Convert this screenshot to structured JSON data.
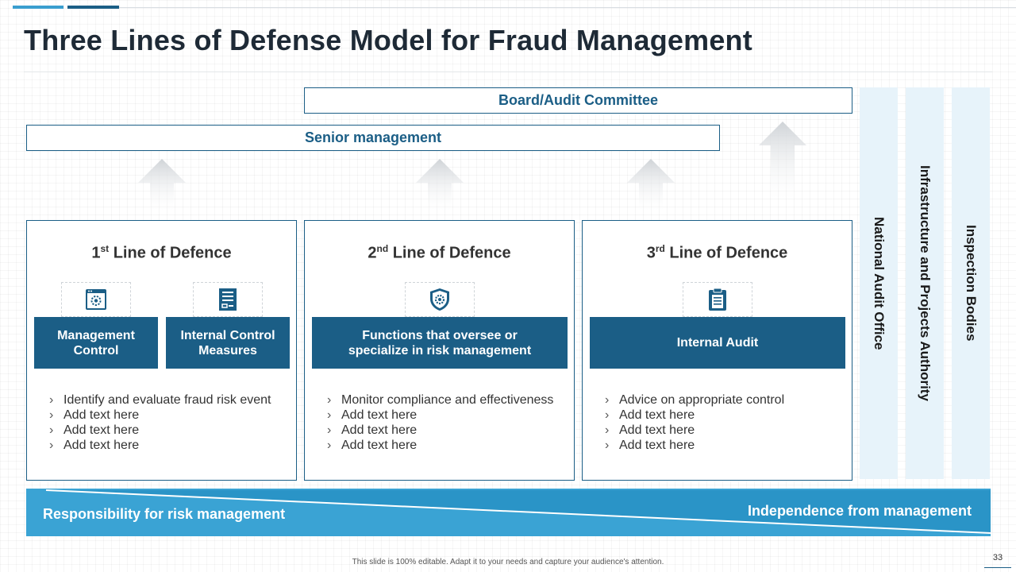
{
  "title": "Three Lines of Defense Model for Fraud Management",
  "board_label": "Board/Audit Committee",
  "senior_label": "Senior management",
  "lines": [
    {
      "num": "1",
      "suffix": "st",
      "title_rest": " Line of Defence",
      "boxes": [
        "Management Control",
        "Internal Control Measures"
      ],
      "bullets": [
        "Identify  and evaluate fraud risk event",
        "Add text here",
        "Add text here",
        "Add text here"
      ]
    },
    {
      "num": "2",
      "suffix": "nd",
      "title_rest": " Line of Defence",
      "boxes": [
        "Functions that oversee or specialize in risk management"
      ],
      "bullets": [
        "Monitor compliance and effectiveness",
        "Add text here",
        "Add text here",
        "Add text here"
      ]
    },
    {
      "num": "3",
      "suffix": "rd",
      "title_rest": " Line of Defence",
      "boxes": [
        "Internal Audit"
      ],
      "bullets": [
        "Advice on appropriate control",
        "Add text here",
        "Add text here",
        "Add text here"
      ]
    }
  ],
  "side_columns": [
    "National Audit Office",
    "Infrastructure and Projects Authority",
    "Inspection Bodies"
  ],
  "bottom": {
    "left_label": "Responsibility for risk management",
    "right_label": "Independence from management"
  },
  "bullet_glyph": "›",
  "icons": [
    "settings-screen-icon",
    "document-list-icon",
    "shield-gear-icon",
    "clipboard-icon"
  ],
  "footer_text": "This slide is 100% editable. Adapt it to your needs and capture your audience's attention.",
  "page_number": "33",
  "colors": {
    "primary": "#1b5e86",
    "accent": "#3a9ecf",
    "side_column_bg": "#e7f3fa"
  }
}
